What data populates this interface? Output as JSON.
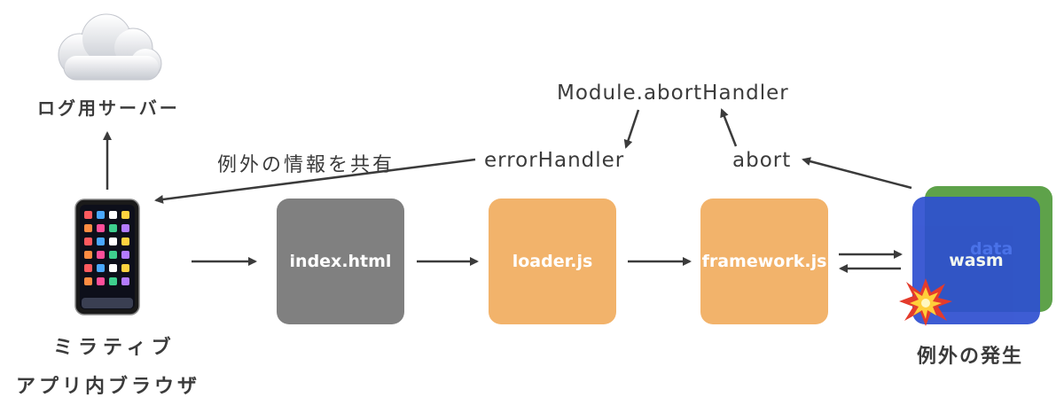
{
  "server": {
    "label": "ログ用サーバー"
  },
  "browser": {
    "label_line1": "ミラティブ",
    "label_line2": "アプリ内ブラウザ"
  },
  "share_label": "例外の情報を共有",
  "nodes": {
    "index": {
      "label": "index.html",
      "color": "#808080"
    },
    "loader": {
      "label": "loader.js",
      "color": "#f2b36b"
    },
    "framework": {
      "label": "framework.js",
      "color": "#f2b36b"
    },
    "wasm": {
      "label": "wasm",
      "color": "#2e4fd0"
    },
    "data": {
      "label": "data",
      "color": "#5ea24a"
    }
  },
  "handlers": {
    "abort_handler": "Module.abortHandler",
    "error_handler": "errorHandler",
    "abort": "abort"
  },
  "exception_label": "例外の発生",
  "colors": {
    "arrow": "#3b3b3b"
  }
}
